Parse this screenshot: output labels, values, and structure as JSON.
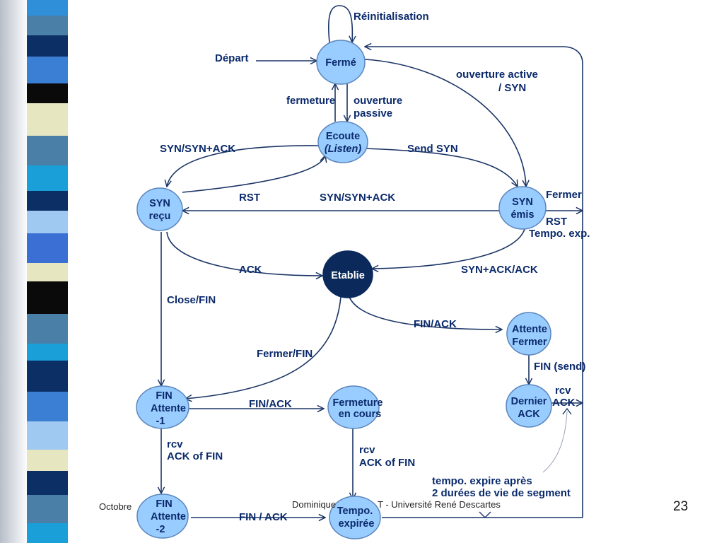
{
  "diagram": {
    "title_loop_label": "Réinitialisation",
    "nodes": {
      "ferme": "Fermé",
      "ecoute_line1": "Ecoute",
      "ecoute_line2": "(Listen)",
      "syn_recu_line1": "SYN",
      "syn_recu_line2": "reçu",
      "syn_emis_line1": "SYN",
      "syn_emis_line2": "émis",
      "etablie": "Etablie",
      "attente_fermer_line1": "Attente",
      "attente_fermer_line2": "Fermer",
      "dernier_ack_line1": "Dernier",
      "dernier_ack_line2": "ACK",
      "fin_attente1_line1": "FIN",
      "fin_attente1_line2": "Attente",
      "fin_attente1_line3": "-1",
      "fermeture_line1": "Fermeture",
      "fermeture_line2": "en cours",
      "fin_attente2_line1": "FIN",
      "fin_attente2_line2": "Attente",
      "fin_attente2_line3": "-2",
      "tempo_line1": "Tempo.",
      "tempo_line2": "expirée"
    },
    "labels": {
      "depart": "Départ",
      "ouverture_active_1": "ouverture active",
      "ouverture_active_2": "/ SYN",
      "fermeture": "fermeture",
      "ouverture_passive_1": "ouverture",
      "ouverture_passive_2": "passive",
      "syn_synack_left": "SYN/SYN+ACK",
      "send_syn": "Send SYN",
      "rst_middle": "RST",
      "syn_synack_middle": "SYN/SYN+ACK",
      "fermer": "Fermer",
      "rst_right": "RST",
      "tempo_exp": "Tempo. exp.",
      "ack": "ACK",
      "synack_ack": "SYN+ACK/ACK",
      "close_fin": "Close/FIN",
      "fin_ack_upper": "FIN/ACK",
      "fermer_fin": "Fermer/FIN",
      "fin_send": "FIN (send)",
      "rcv_ack_1": "rcv",
      "rcv_ack_2": "ACK",
      "fin_ack_lower": "FIN/ACK",
      "rcv_ackfin_left_1": "rcv",
      "rcv_ackfin_left_2": "ACK of FIN",
      "rcv_ackfin_mid_1": "rcv",
      "rcv_ackfin_mid_2": "ACK of FIN",
      "tempo_expire_1": "tempo. expire après",
      "tempo_expire_2": "2 durées de vie de segment",
      "fin_slash_ack": "FIN / ACK"
    }
  },
  "footer": {
    "date": "Octobre",
    "author": "Dominique",
    "author_tail": "T - Université René Descartes",
    "page_number": "23"
  },
  "colors": {
    "node_fill": "#99ccff",
    "node_stroke": "#5b86bd",
    "established_fill": "#0b2a5b",
    "line": "#1b3566",
    "text": "#0b2a6b"
  }
}
